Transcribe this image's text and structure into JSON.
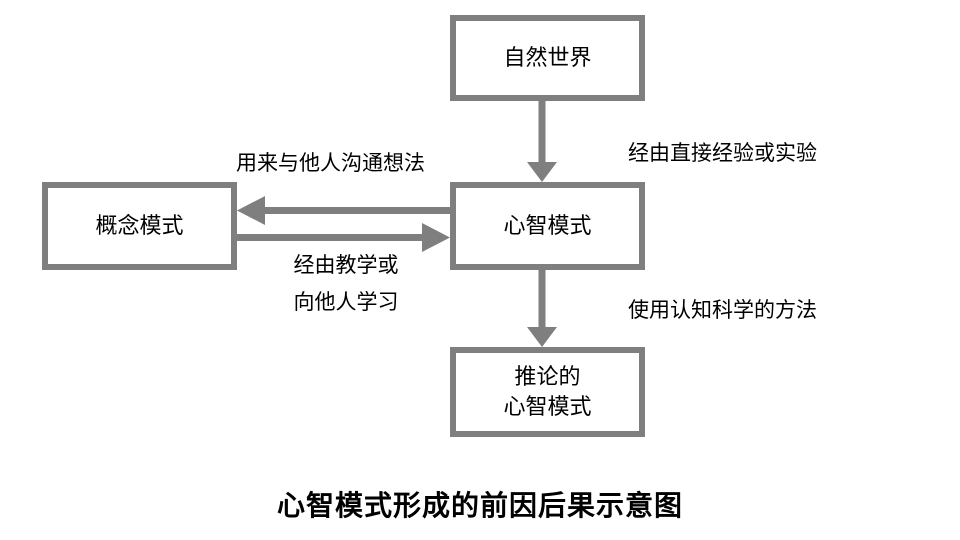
{
  "diagram": {
    "title": "心智模式形成的前因后果示意图",
    "nodes": {
      "natural_world": "自然世界",
      "mental_model": "心智模式",
      "conceptual_model": "概念模式",
      "inferred_line1": "推论的",
      "inferred_line2": "心智模式"
    },
    "edge_labels": {
      "direct_experience": "经由直接经验或实验",
      "communicate": "用来与他人沟通想法",
      "teaching_line1": "经由教学或",
      "teaching_line2": "向他人学习",
      "cognitive_science": "使用认知科学的方法"
    },
    "colors": {
      "box_border": "#7f7f7f",
      "arrow": "#7f7f7f",
      "text": "#000000",
      "background": "#ffffff"
    }
  }
}
